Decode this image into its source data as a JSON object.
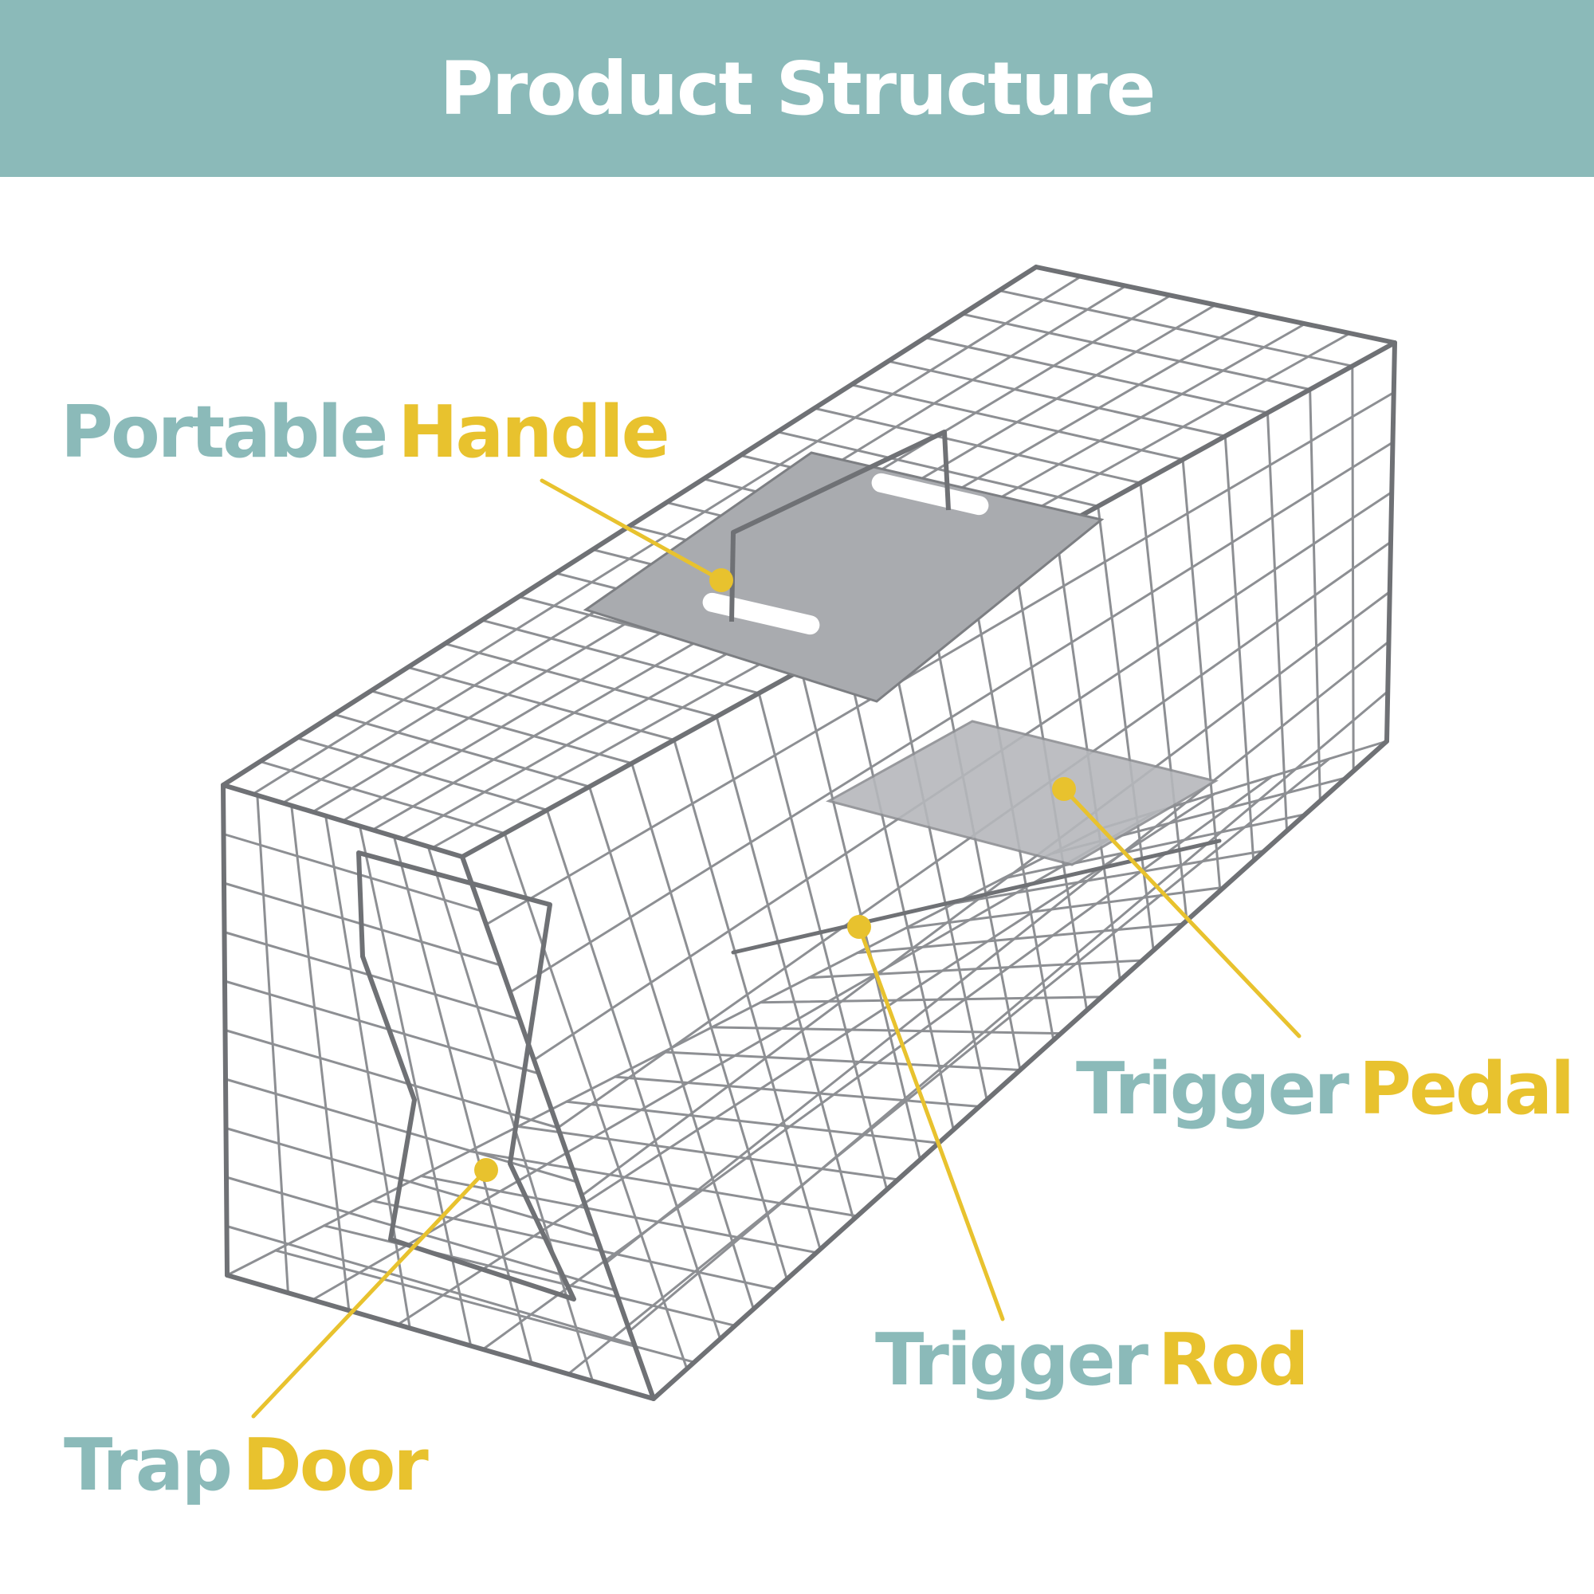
{
  "header": {
    "title": "Product Structure"
  },
  "colors": {
    "header_bg": "#8bbab9",
    "teal_text": "#8bbab9",
    "gold_text": "#e8c22e",
    "callout_line": "#e8c22e",
    "wire": "#8d8f93",
    "plate": "#a9abaf"
  },
  "labels": {
    "portable_handle": {
      "word1": "Portable",
      "word2": "Handle"
    },
    "trigger_pedal": {
      "word1": "Trigger",
      "word2": "Pedal"
    },
    "trigger_rod": {
      "word1": "Trigger",
      "word2": "Rod"
    },
    "trap_door": {
      "word1": "Trap",
      "word2": "Door"
    }
  },
  "illustration": {
    "subject": "wire cage trap",
    "icon": "cage-trap-icon"
  }
}
